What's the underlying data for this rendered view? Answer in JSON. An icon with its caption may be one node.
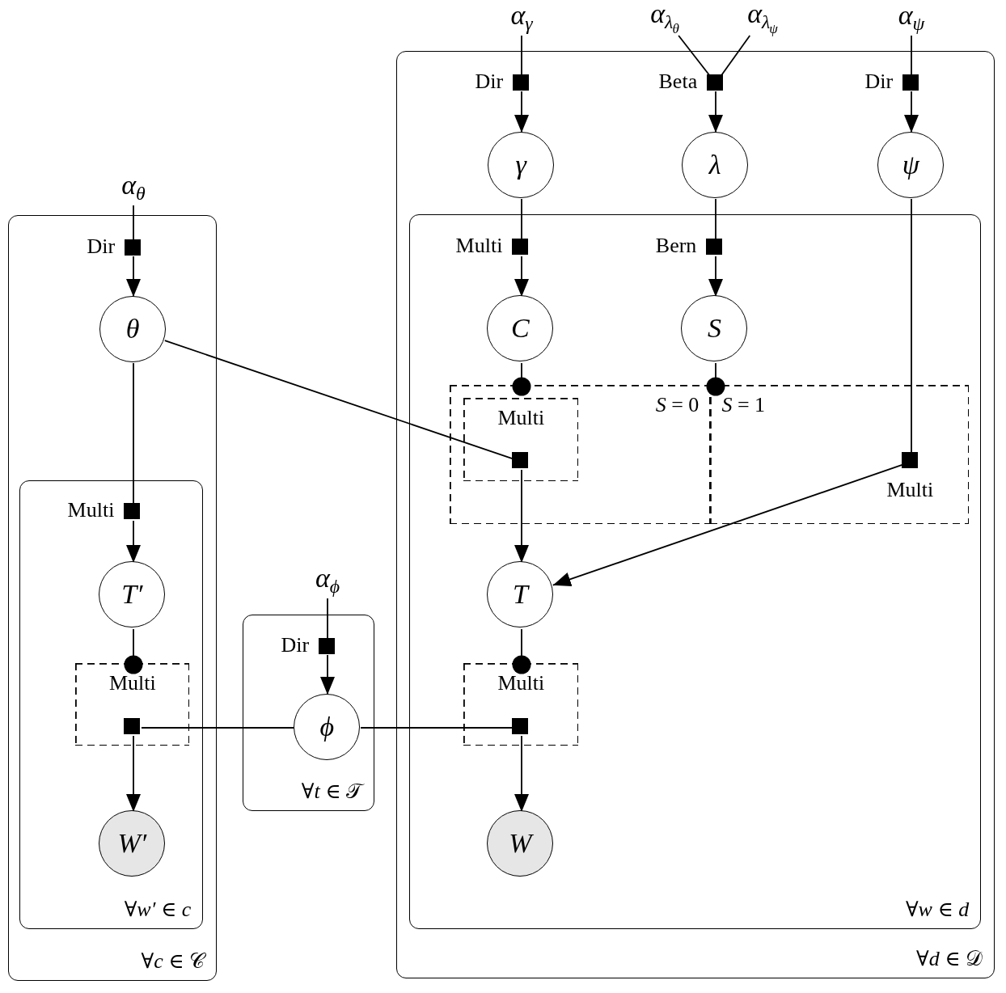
{
  "diagram": {
    "nodes": [
      {
        "text": [
          "α$_{γ}$"
        ]
      },
      {
        "text": [
          "α$_{λ}$$_{θ}$"
        ]
      },
      {
        "text": [
          "α$_{λ}$$_{ψ}$"
        ]
      },
      {
        "text": [
          "α$_{ψ}$"
        ]
      },
      {
        "text": [
          "α$_{θ}$"
        ]
      },
      {
        "text": [
          "α$_{ϕ}$"
        ]
      },
      {
        "text": [
          "∀*d* ∈ 𝒟"
        ]
      },
      {
        "text": [
          "∀*w* ∈ *d*"
        ],
        "in": 6
      },
      {
        "text": [
          "∀*c* ∈ 𝒞"
        ]
      },
      {
        "text": [
          "∀*w′* ∈ *c*"
        ],
        "in": 8
      },
      {
        "text": [
          "∀*t* ∈ 𝒯"
        ]
      },
      {
        "text": [],
        "shape": "box",
        "beside": [
          "Dir"
        ],
        "in": 6
      },
      {
        "text": [],
        "shape": "box",
        "beside": [
          "Beta"
        ],
        "in": 6
      },
      {
        "text": [],
        "shape": "box",
        "beside": [
          "Dir"
        ],
        "in": 6
      },
      {
        "text": [
          "γ"
        ],
        "in": 6
      },
      {
        "text": [
          "λ"
        ],
        "in": 6
      },
      {
        "text": [
          "ψ"
        ],
        "in": 6
      },
      {
        "text": [],
        "shape": "box",
        "beside": [
          "Multi"
        ],
        "in": 7
      },
      {
        "text": [],
        "shape": "box",
        "beside": [
          "Bern"
        ],
        "in": 7
      },
      {
        "text": [
          "C"
        ],
        "in": 7
      },
      {
        "text": [
          "S"
        ],
        "in": 7
      },
      {
        "text": [
          "*S* = 0"
        ],
        "in": 7
      },
      {
        "text": [
          "*S* = 1"
        ],
        "in": 7
      },
      {
        "text": [
          "Multi"
        ],
        "in": 21
      },
      {
        "text": [],
        "shape": "box",
        "in": 23
      },
      {
        "text": [],
        "shape": "box",
        "beside": [
          "Multi"
        ],
        "in": 22
      },
      {
        "text": [
          "T"
        ],
        "in": 7
      },
      {
        "text": [
          "Multi"
        ],
        "in": 7
      },
      {
        "text": [],
        "shape": "box",
        "in": 27
      },
      {
        "text": [
          "W"
        ],
        "in": 7
      },
      {
        "text": [],
        "shape": "box",
        "beside": [
          "Dir"
        ],
        "in": 8
      },
      {
        "text": [
          "θ"
        ],
        "in": 8
      },
      {
        "text": [],
        "shape": "box",
        "beside": [
          "Multi"
        ],
        "in": 9
      },
      {
        "text": [
          "T′"
        ],
        "in": 9
      },
      {
        "text": [
          "Multi"
        ],
        "in": 9
      },
      {
        "text": [],
        "shape": "box",
        "in": 34
      },
      {
        "text": [
          "W′"
        ],
        "in": 9
      },
      {
        "text": [],
        "shape": "box",
        "beside": [
          "Dir"
        ],
        "in": 10
      },
      {
        "text": [
          "ϕ"
        ],
        "in": 10
      }
    ],
    "edges": [
      {
        "from": 0,
        "to": 11,
        "arrow": "none"
      },
      {
        "from": 11,
        "to": 14,
        "arrow": "to"
      },
      {
        "from": 1,
        "to": 12,
        "arrow": "none"
      },
      {
        "from": 2,
        "to": 12,
        "arrow": "none"
      },
      {
        "from": 12,
        "to": 15,
        "arrow": "to"
      },
      {
        "from": 3,
        "to": 13,
        "arrow": "none"
      },
      {
        "from": 13,
        "to": 16,
        "arrow": "to"
      },
      {
        "from": 14,
        "to": 17,
        "arrow": "none"
      },
      {
        "from": 17,
        "to": 19,
        "arrow": "to"
      },
      {
        "from": 15,
        "to": 18,
        "arrow": "none"
      },
      {
        "from": 18,
        "to": 20,
        "arrow": "to"
      },
      {
        "from": 19,
        "to": 21,
        "arrow": "other"
      },
      {
        "from": 20,
        "to": 22,
        "arrow": "other"
      },
      {
        "from": 16,
        "to": 25,
        "arrow": "none"
      },
      {
        "from": 31,
        "to": 24,
        "arrow": "none"
      },
      {
        "from": 24,
        "to": 26,
        "arrow": "to"
      },
      {
        "from": 25,
        "to": 26,
        "arrow": "to"
      },
      {
        "from": 26,
        "to": 27,
        "arrow": "other"
      },
      {
        "from": 28,
        "to": 29,
        "arrow": "to"
      },
      {
        "from": 38,
        "to": 28,
        "arrow": "none"
      },
      {
        "from": 4,
        "to": 30,
        "arrow": "none"
      },
      {
        "from": 30,
        "to": 31,
        "arrow": "to"
      },
      {
        "from": 31,
        "to": 32,
        "arrow": "none"
      },
      {
        "from": 32,
        "to": 33,
        "arrow": "to"
      },
      {
        "from": 33,
        "to": 34,
        "arrow": "other"
      },
      {
        "from": 35,
        "to": 36,
        "arrow": "to"
      },
      {
        "from": 38,
        "to": 35,
        "arrow": "none"
      },
      {
        "from": 5,
        "to": 37,
        "arrow": "none"
      },
      {
        "from": 37,
        "to": 38,
        "arrow": "to"
      }
    ]
  }
}
